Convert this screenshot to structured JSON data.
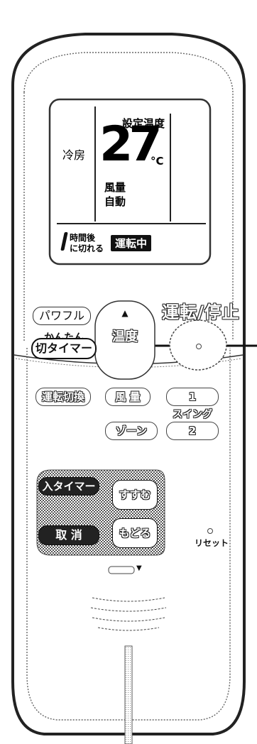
{
  "lcd": {
    "set_temp_label": "設定温度",
    "mode": "冷房",
    "temperature": "27",
    "unit": "°C",
    "fan_label": "風量",
    "fan_value": "自動",
    "timer_hours": "時間後",
    "timer_off": "に切れる",
    "status_badge": "運転中"
  },
  "buttons": {
    "power_label": "運転/停止",
    "powerful": "パワフル",
    "easy": "かんたん",
    "off_timer": "切タイマー",
    "temp_up_icon": "▲",
    "temp_label": "温度",
    "mode_switch": "運転切換",
    "fan_direction": "風 量",
    "swing_one": "1",
    "swing_label": "スイング",
    "zone": "ゾーン",
    "swing_two": "2",
    "on_timer": "入タイマー",
    "cancel": "取 消",
    "advance": "すすむ",
    "back": "もどる",
    "reset": "リセット",
    "slide_indicator": "▼"
  },
  "colors": {
    "ink": "#222222",
    "body_fill": "#ffffff",
    "lcd_badge": "#111111",
    "pressed_button": "#1a1a1a"
  }
}
